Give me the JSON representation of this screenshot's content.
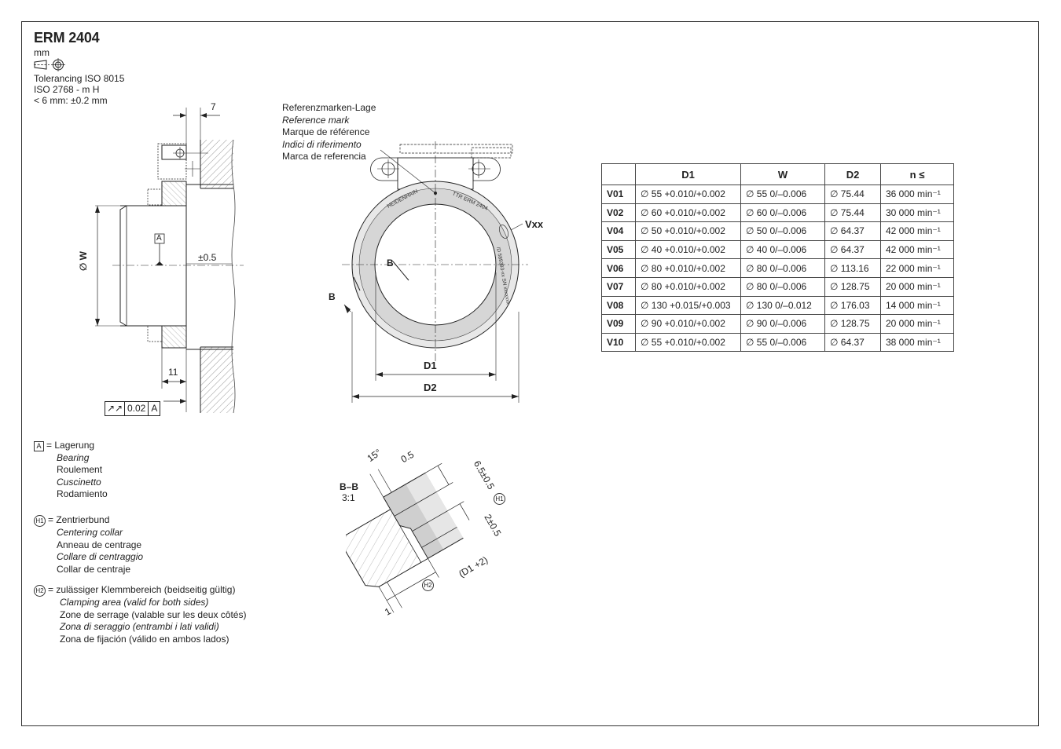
{
  "title": "ERM 2404",
  "unit": "mm",
  "tolerance": {
    "line1": "Tolerancing ISO 8015",
    "line2": "ISO 2768 - m H",
    "line3": "< 6 mm: ±0.2 mm"
  },
  "reference_note": {
    "de": "Referenzmarken-Lage",
    "en": "Reference mark",
    "fr": "Marque de référence",
    "it": "Indici di riferimento",
    "es": "Marca de referencia"
  },
  "side_view": {
    "dim_top": "7",
    "dim_bottom": "11",
    "dim_w": "∅ W",
    "datum": "A",
    "tol_axial": "±0.5",
    "runout_value": "0.02",
    "runout_datum": "A"
  },
  "front_view": {
    "label_b": "B",
    "label_vxx": "Vxx",
    "dim_d1": "D1",
    "dim_d2": "D2",
    "ring_text_1": "HEIDENHAIN",
    "ring_text_2": "TTR ERM 2404",
    "ring_text_3": "ID 589393-xx SN xxxxxxx",
    "ring_text_4": "Vxx",
    "ring_text_5": "xxx"
  },
  "section_view": {
    "title": "B–B",
    "scale": "3:1",
    "angle": "15°",
    "dim_05": "0.5",
    "dim_65": "6.5±0.5",
    "dim_2": "2±0.5",
    "dim_d1p2": "(D1 +2)",
    "dim_1": "1",
    "h1": "H1",
    "h2": "H2"
  },
  "legend": {
    "a": {
      "symbol": "A",
      "de": "= Lagerung",
      "en": "Bearing",
      "fr": "Roulement",
      "it": "Cuscinetto",
      "es": "Rodamiento"
    },
    "h1": {
      "symbol": "H1",
      "de": "= Zentrierbund",
      "en": "Centering collar",
      "fr": "Anneau de centrage",
      "it": "Collare di centraggio",
      "es": "Collar de centraje"
    },
    "h2": {
      "symbol": "H2",
      "de": "= zulässiger Klemmbereich (beidseitig gültig)",
      "en": "Clamping area (valid for both sides)",
      "fr": "Zone de serrage (valable sur les deux côtés)",
      "it": "Zona di seraggio (entrambi i lati validi)",
      "es": "Zona de fijación (válido en ambos lados)"
    }
  },
  "table": {
    "headers": [
      "",
      "D1",
      "W",
      "D2",
      "n ≤"
    ],
    "rows": [
      [
        "V01",
        "∅ 55 +0.010/+0.002",
        "∅ 55 0/–0.006",
        "∅ 75.44",
        "36 000 min⁻¹"
      ],
      [
        "V02",
        "∅ 60 +0.010/+0.002",
        "∅ 60 0/–0.006",
        "∅ 75.44",
        "30 000 min⁻¹"
      ],
      [
        "V04",
        "∅ 50 +0.010/+0.002",
        "∅ 50 0/–0.006",
        "∅ 64.37",
        "42 000 min⁻¹"
      ],
      [
        "V05",
        "∅ 40 +0.010/+0.002",
        "∅ 40 0/–0.006",
        "∅ 64.37",
        "42 000 min⁻¹"
      ],
      [
        "V06",
        "∅ 80 +0.010/+0.002",
        "∅ 80 0/–0.006",
        "∅ 113.16",
        "22 000 min⁻¹"
      ],
      [
        "V07",
        "∅ 80 +0.010/+0.002",
        "∅ 80 0/–0.006",
        "∅ 128.75",
        "20 000 min⁻¹"
      ],
      [
        "V08",
        "∅ 130 +0.015/+0.003",
        "∅ 130 0/–0.012",
        "∅ 176.03",
        "14 000 min⁻¹"
      ],
      [
        "V09",
        "∅ 90 +0.010/+0.002",
        "∅ 90 0/–0.006",
        "∅ 128.75",
        "20 000 min⁻¹"
      ],
      [
        "V10",
        "∅ 55 +0.010/+0.002",
        "∅ 55 0/–0.006",
        "∅ 64.37",
        "38 000 min⁻¹"
      ]
    ]
  }
}
